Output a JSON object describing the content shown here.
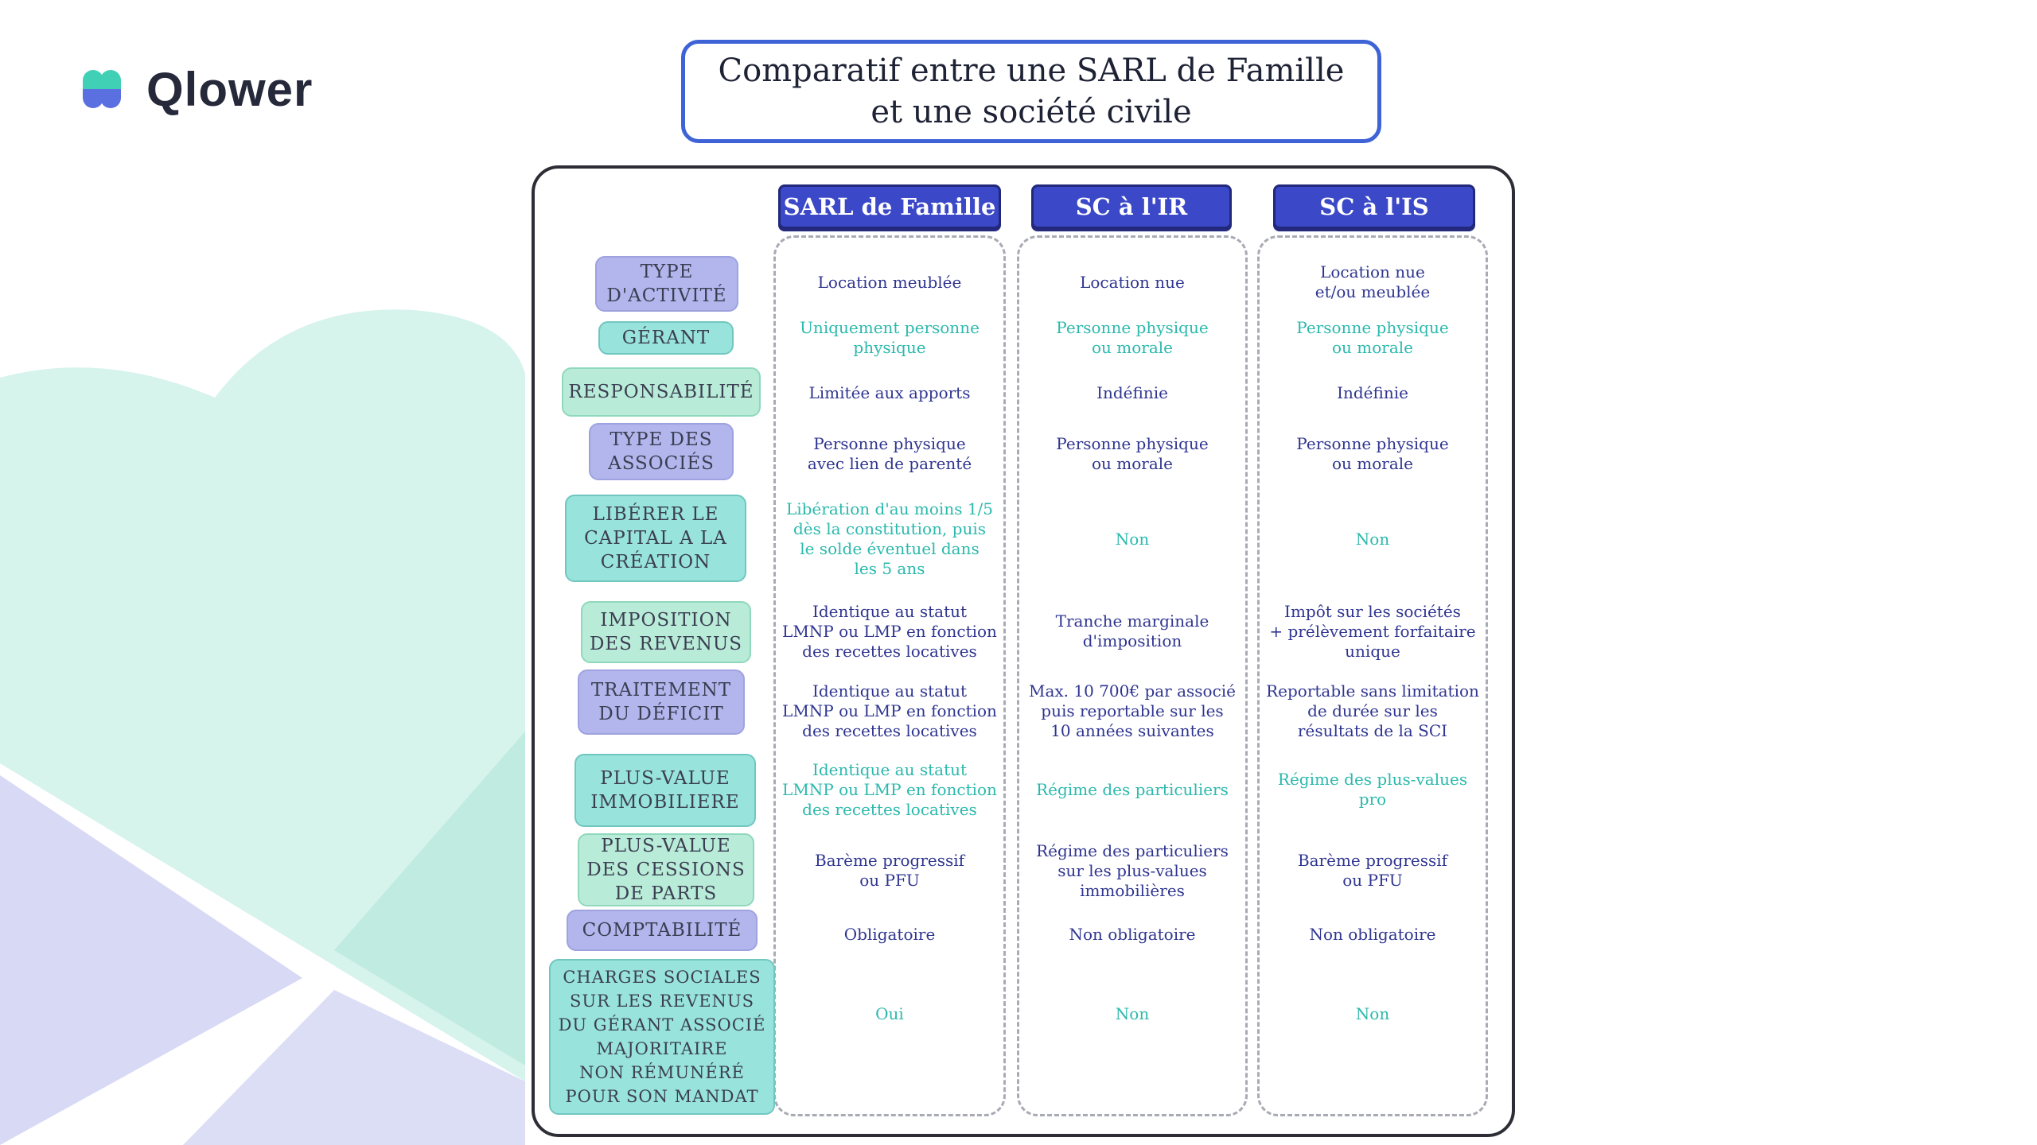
{
  "brand": {
    "name": "Qlower"
  },
  "colors": {
    "header_blue": "#3b49c8",
    "label_purple": "#b2b6ec",
    "label_teal": "#98e3dc",
    "label_mint": "#b9ecd8",
    "text_blue": "#2f3590",
    "text_teal": "#2bb9ad",
    "bg_mint": "#d6f3ec",
    "bg_lavender": "#d7d9f5"
  },
  "title": {
    "line1": "Comparatif entre une SARL de Famille",
    "line2": "et une société civile"
  },
  "columns": [
    "SARL de Famille",
    "SC à l'IR",
    "SC à l'IS"
  ],
  "rows": [
    {
      "label": "TYPE\nD'ACTIVITÉ",
      "style": "purple",
      "cells": [
        "Location meublée",
        "Location nue",
        "Location nue\net/ou meublée"
      ],
      "colors": [
        "blue",
        "blue",
        "blue"
      ]
    },
    {
      "label": "GÉRANT",
      "style": "teal",
      "cells": [
        "Uniquement personne\nphysique",
        "Personne physique\nou morale",
        "Personne physique\nou morale"
      ],
      "colors": [
        "teal",
        "teal",
        "teal"
      ]
    },
    {
      "label": "RESPONSABILITÉ",
      "style": "mint",
      "cells": [
        "Limitée aux apports",
        "Indéfinie",
        "Indéfinie"
      ],
      "colors": [
        "blue",
        "blue",
        "blue"
      ]
    },
    {
      "label": "TYPE DES\nASSOCIÉS",
      "style": "purple",
      "cells": [
        "Personne physique\navec lien de parenté",
        "Personne physique\nou morale",
        "Personne physique\nou morale"
      ],
      "colors": [
        "blue",
        "blue",
        "blue"
      ]
    },
    {
      "label": "LIBÉRER LE\nCAPITAL A LA\nCRÉATION",
      "style": "teal",
      "cells": [
        "Libération d'au moins 1/5\ndès la constitution, puis\nle solde éventuel dans\nles 5 ans",
        "Non",
        "Non"
      ],
      "colors": [
        "teal",
        "teal",
        "teal"
      ]
    },
    {
      "label": "IMPOSITION\nDES REVENUS",
      "style": "mint",
      "cells": [
        "Identique au statut\nLMNP ou LMP en fonction\ndes recettes locatives",
        "Tranche marginale\nd'imposition",
        "Impôt sur les sociétés\n+ prélèvement forfaitaire\nunique"
      ],
      "colors": [
        "blue",
        "blue",
        "blue"
      ]
    },
    {
      "label": "TRAITEMENT\nDU DÉFICIT",
      "style": "purple",
      "cells": [
        "Identique au statut\nLMNP ou LMP en fonction\ndes recettes locatives",
        "Max. 10 700€ par associé\npuis reportable sur les\n10 années suivantes",
        "Reportable sans limitation\nde durée sur les\nrésultats de la SCI"
      ],
      "colors": [
        "blue",
        "blue",
        "blue"
      ]
    },
    {
      "label": "PLUS-VALUE\nIMMOBILIERE",
      "style": "teal",
      "cells": [
        "Identique au statut\nLMNP ou LMP en fonction\ndes recettes locatives",
        "Régime des particuliers",
        "Régime des plus-values\npro"
      ],
      "colors": [
        "teal",
        "teal",
        "teal"
      ]
    },
    {
      "label": "PLUS-VALUE\nDES CESSIONS\nDE PARTS",
      "style": "mint",
      "cells": [
        "Barème progressif\nou PFU",
        "Régime des particuliers\nsur les plus-values\nimmobilières",
        "Barème progressif\nou PFU"
      ],
      "colors": [
        "blue",
        "blue",
        "blue"
      ]
    },
    {
      "label": "COMPTABILITÉ",
      "style": "purple",
      "cells": [
        "Obligatoire",
        "Non obligatoire",
        "Non obligatoire"
      ],
      "colors": [
        "blue",
        "blue",
        "blue"
      ]
    },
    {
      "label": "CHARGES SOCIALES\nSUR LES REVENUS\nDU GÉRANT ASSOCIÉ\nMAJORITAIRE\nNON RÉMUNÉRÉ\nPOUR SON MANDAT",
      "style": "teal",
      "cells": [
        "Oui",
        "Non",
        "Non"
      ],
      "colors": [
        "teal",
        "teal",
        "teal"
      ]
    }
  ]
}
